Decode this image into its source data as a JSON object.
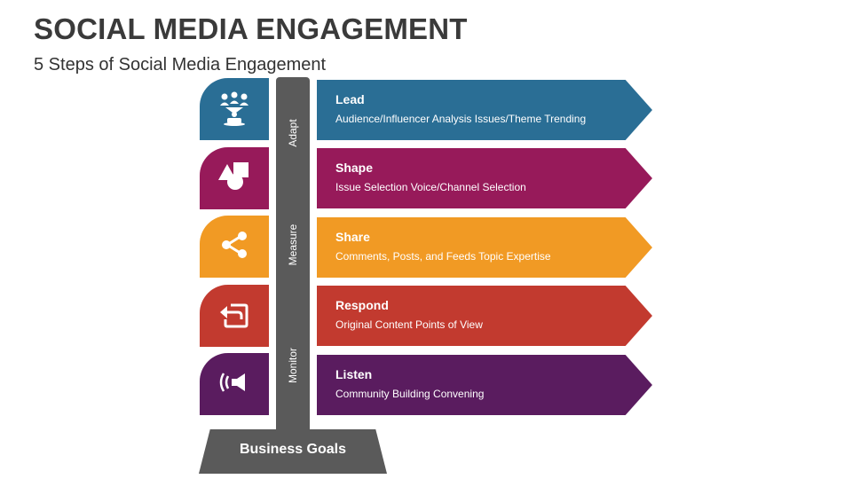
{
  "title": "SOCIAL MEDIA ENGAGEMENT",
  "subtitle": "5 Steps of Social Media Engagement",
  "pole_labels": [
    "Adapt",
    "Measure",
    "Monitor"
  ],
  "base_label": "Business Goals",
  "steps": [
    {
      "title": "Lead",
      "description": "Audience/Influencer Analysis Issues/Theme Trending",
      "color": "#2a6e95",
      "icon": "leader-podium-icon"
    },
    {
      "title": "Shape",
      "description": "Issue Selection Voice/Channel Selection",
      "color": "#971a5a",
      "icon": "shapes-icon"
    },
    {
      "title": "Share",
      "description": "Comments, Posts, and Feeds Topic Expertise",
      "color": "#f19a24",
      "icon": "share-icon"
    },
    {
      "title": "Respond",
      "description": "Original Content Points of View",
      "color": "#c23a2f",
      "icon": "reply-icon"
    },
    {
      "title": "Listen",
      "description": "Community Building Convening",
      "color": "#5a1c5f",
      "icon": "speaker-icon"
    }
  ],
  "pole_color": "#5a5a5a"
}
